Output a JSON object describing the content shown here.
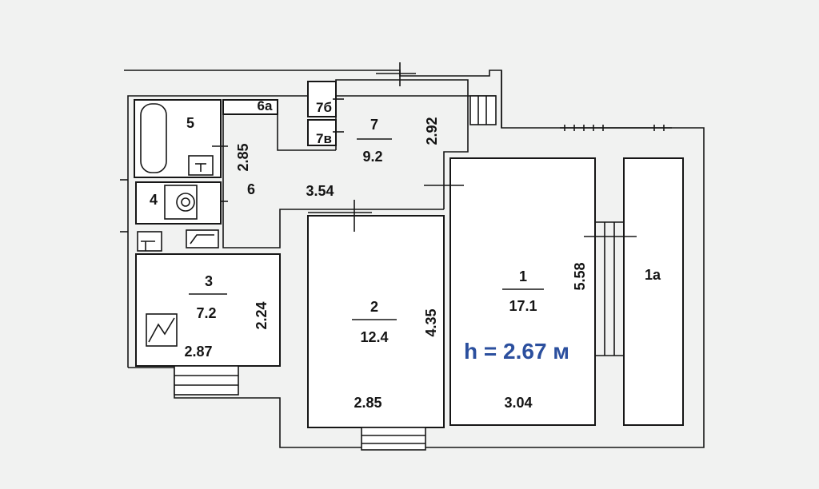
{
  "rooms": [
    {
      "id": "1",
      "area": "17.1"
    },
    {
      "id": "1а"
    },
    {
      "id": "2",
      "area": "12.4"
    },
    {
      "id": "3",
      "area": "7.2"
    },
    {
      "id": "4"
    },
    {
      "id": "5"
    },
    {
      "id": "6"
    },
    {
      "id": "6а"
    },
    {
      "id": "7",
      "area": "9.2"
    },
    {
      "id": "7б"
    },
    {
      "id": "7в"
    }
  ],
  "dimensions": {
    "d_2_85_bath": "2.85",
    "d_3_54": "3.54",
    "d_2_92": "2.92",
    "d_2_24": "2.24",
    "d_2_87": "2.87",
    "d_4_35": "4.35",
    "d_2_85_room2": "2.85",
    "d_5_58": "5.58",
    "d_3_04": "3.04"
  },
  "ceiling_height": "h = 2.67 м",
  "colors": {
    "accent": "#2b4f9e",
    "line": "#161616",
    "paper": "#f1f2f1"
  }
}
